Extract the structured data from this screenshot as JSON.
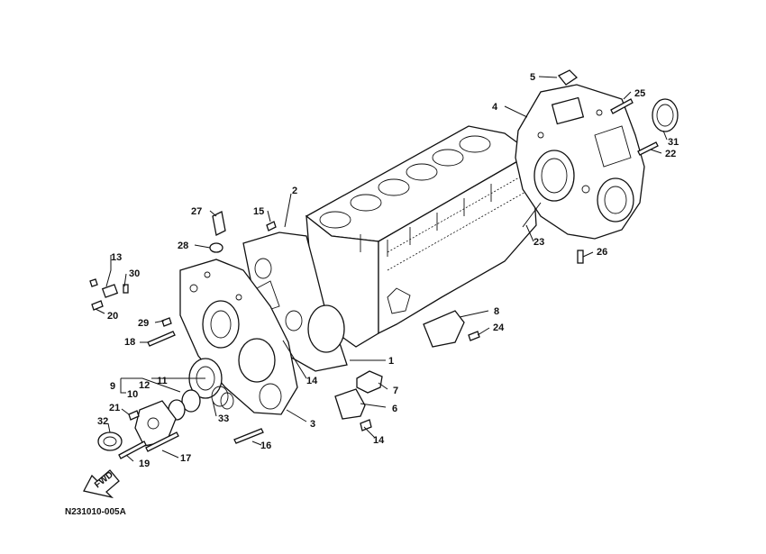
{
  "diagram": {
    "code": "N231010-005A",
    "fwd_label": "FWD",
    "callouts": {
      "c1": "1",
      "c2": "2",
      "c3": "3",
      "c4": "4",
      "c5": "5",
      "c6": "6",
      "c7": "7",
      "c8": "8",
      "c9": "9",
      "c10": "10",
      "c11": "11",
      "c12": "12",
      "c13": "13",
      "c14a": "14",
      "c14b": "14",
      "c15": "15",
      "c16": "16",
      "c17": "17",
      "c18": "18",
      "c19": "19",
      "c20": "20",
      "c21": "21",
      "c22": "22",
      "c23": "23",
      "c24": "24",
      "c25": "25",
      "c26": "26",
      "c27": "27",
      "c28": "28",
      "c29": "29",
      "c30": "30",
      "c31": "31",
      "c32": "32",
      "c33": "33"
    }
  }
}
